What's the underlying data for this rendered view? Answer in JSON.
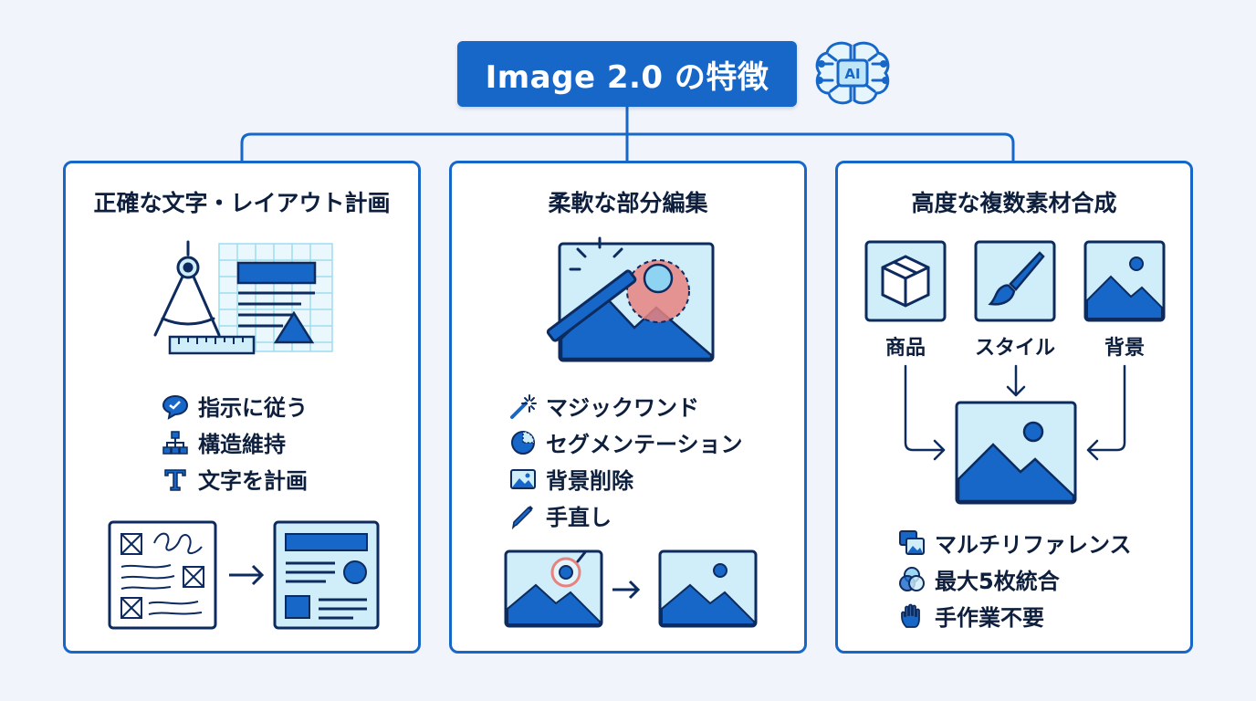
{
  "title": "Image 2.0 の特徴",
  "brain_icon_text": "AI",
  "colors": {
    "primary": "#1767c8",
    "dark": "#0d2b5e",
    "light_fill": "#cfeefa",
    "highlight": "#e8827f",
    "background": "#f1f5fb"
  },
  "panels": [
    {
      "title": "正確な文字・レイアウト計画",
      "features": [
        {
          "icon": "chat-bubble-icon",
          "label": "指示に従う"
        },
        {
          "icon": "hierarchy-icon",
          "label": "構造維持"
        },
        {
          "icon": "text-t-icon",
          "label": "文字を計画"
        }
      ]
    },
    {
      "title": "柔軟な部分編集",
      "features": [
        {
          "icon": "magic-wand-icon",
          "label": "マジックワンド"
        },
        {
          "icon": "segment-pie-icon",
          "label": "セグメンテーション"
        },
        {
          "icon": "image-icon",
          "label": "背景削除"
        },
        {
          "icon": "pencil-icon",
          "label": "手直し"
        }
      ]
    },
    {
      "title": "高度な複数素材合成",
      "inputs": [
        {
          "icon": "box-icon",
          "label": "商品"
        },
        {
          "icon": "paintbrush-icon",
          "label": "スタイル"
        },
        {
          "icon": "landscape-icon",
          "label": "背景"
        }
      ],
      "features": [
        {
          "icon": "stacked-images-icon",
          "label": "マルチリファレンス"
        },
        {
          "icon": "overlap-circles-icon",
          "label": "最大5枚統合"
        },
        {
          "icon": "hand-icon",
          "label": "手作業不要"
        }
      ]
    }
  ]
}
